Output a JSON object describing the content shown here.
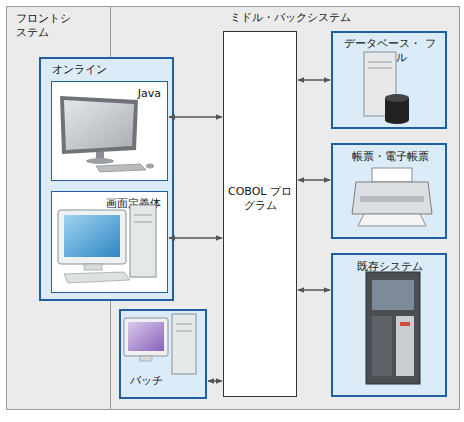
{
  "diagram": {
    "nodes": [
      {
        "text": [
          "フロントシ ステム"
        ]
      },
      {
        "text": [
          "ミドル・バックシステム"
        ]
      },
      {
        "text": [
          "オンライン"
        ],
        "in": 0
      },
      {
        "text": [
          "Java"
        ],
        "in": 2
      },
      {
        "text": [
          "画面定義体"
        ],
        "in": 2
      },
      {
        "text": [
          "バッチ"
        ],
        "in": 1
      },
      {
        "text": [
          "COBOL プログラム"
        ],
        "in": 1
      },
      {
        "text": [
          "データベース・ ファイル"
        ],
        "in": 1
      },
      {
        "text": [
          "帳票・電子帳票"
        ],
        "in": 1
      },
      {
        "text": [
          "既存システム"
        ],
        "in": 1
      }
    ],
    "edges": [
      {
        "from": 3,
        "to": 6,
        "arrow": "both"
      },
      {
        "from": 4,
        "to": 6,
        "arrow": "both"
      },
      {
        "from": 5,
        "to": 6,
        "arrow": "both"
      },
      {
        "from": 6,
        "to": 7,
        "arrow": "both"
      },
      {
        "from": 6,
        "to": 8,
        "arrow": "both"
      },
      {
        "from": 6,
        "to": 9,
        "arrow": "both"
      }
    ]
  }
}
